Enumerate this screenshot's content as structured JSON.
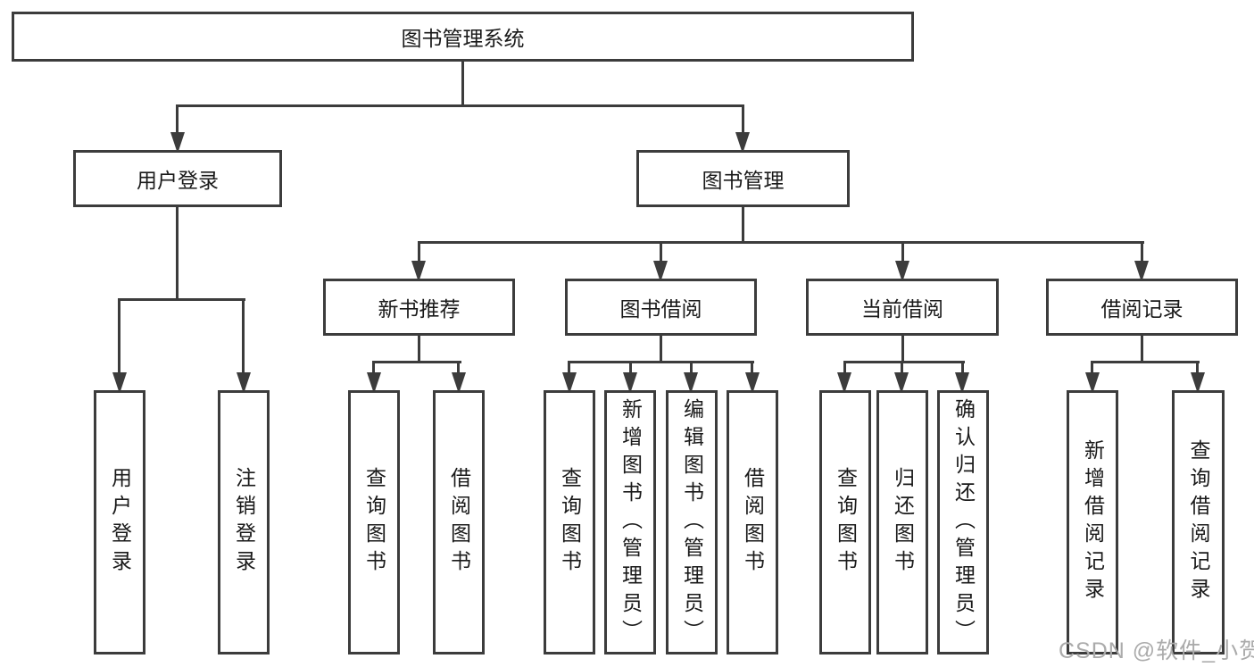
{
  "tree": {
    "label": "图书管理系统",
    "children": [
      {
        "label": "用户登录",
        "children": [
          {
            "label": "用户登录"
          },
          {
            "label": "注销登录"
          }
        ]
      },
      {
        "label": "图书管理",
        "children": [
          {
            "label": "新书推荐",
            "children": [
              {
                "label": "查询图书"
              },
              {
                "label": "借阅图书"
              }
            ]
          },
          {
            "label": "图书借阅",
            "children": [
              {
                "label": "查询图书"
              },
              {
                "label": "新增图书（管理员）"
              },
              {
                "label": "编辑图书（管理员）"
              },
              {
                "label": "借阅图书"
              }
            ]
          },
          {
            "label": "当前借阅",
            "children": [
              {
                "label": "查询图书"
              },
              {
                "label": "归还图书"
              },
              {
                "label": "确认归还（管理员）"
              }
            ]
          },
          {
            "label": "借阅记录",
            "children": [
              {
                "label": "新增借阅记录"
              },
              {
                "label": "查询借阅记录"
              }
            ]
          }
        ]
      }
    ]
  },
  "watermark": {
    "text": "CSDN @软件_小贺同学"
  },
  "colors": {
    "line": "#3c3c3c",
    "box_border": "#3c3c3c",
    "text": "#1a1a1a",
    "watermark": "#ababab",
    "background": "#ffffff"
  }
}
